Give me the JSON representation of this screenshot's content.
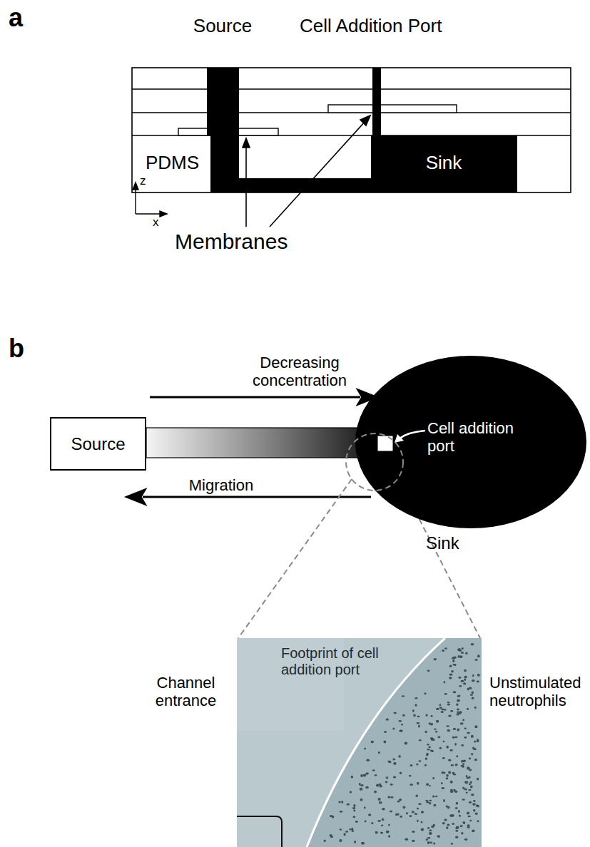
{
  "diagram": {
    "nodes": [
      {
        "text": [
          "Source"
        ]
      },
      {
        "text": [
          "Sink"
        ]
      },
      {
        "text": [
          "Footprint of cell addition port"
        ]
      }
    ],
    "labels": [
      "a",
      "Source",
      "Cell Addition Port",
      "PDMS",
      "Sink",
      "Membranes",
      "z",
      "x",
      "b",
      "Decreasing concentration",
      "Migration",
      "Cell addition port",
      "Channel entrance",
      "Unstimulated neutrophils"
    ]
  }
}
